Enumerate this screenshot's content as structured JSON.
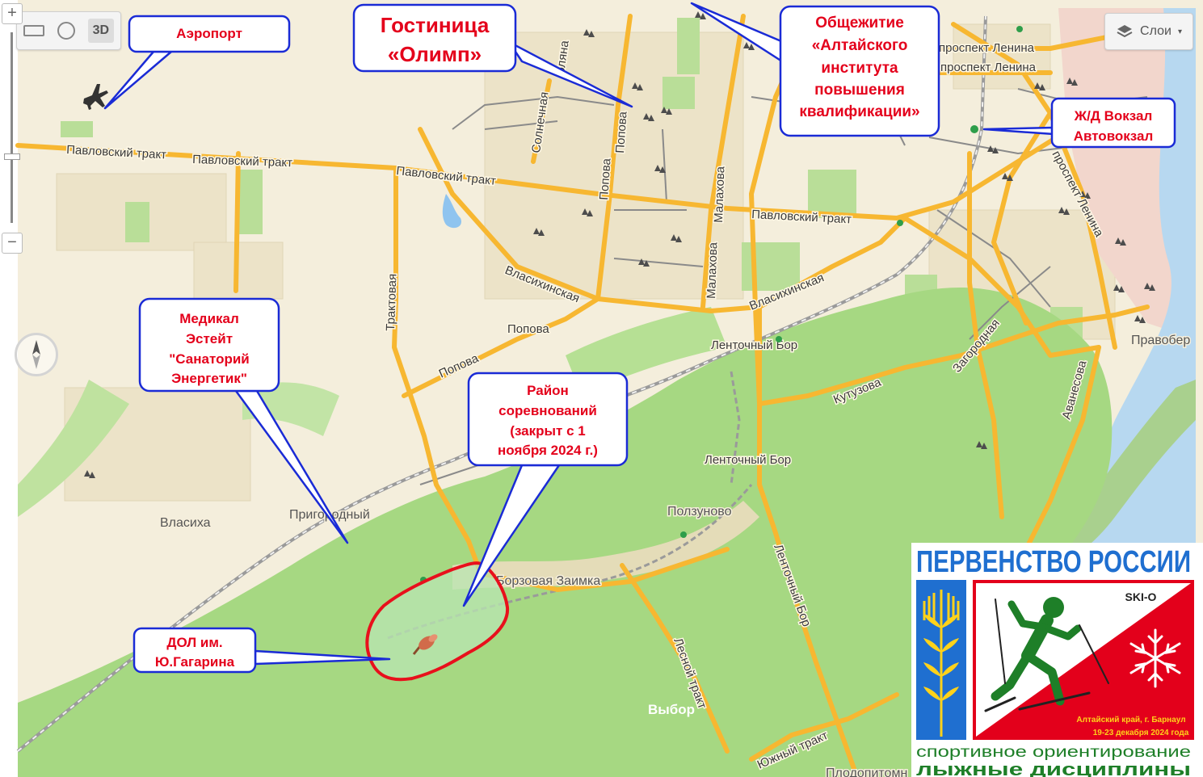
{
  "callouts": {
    "airport": "Аэропорт",
    "hotel": [
      "Гостиница",
      "«Олимп»"
    ],
    "dorm": [
      "Общежитие",
      "«Алтайского",
      "института",
      "повышения",
      "квалификации»"
    ],
    "station": [
      "Ж/Д Вокзал",
      "Автовокзал"
    ],
    "medical": [
      "Медикал",
      "Эстейт",
      "\"Санаторий",
      "Энергетик\""
    ],
    "area": [
      "Район",
      "соревнований",
      "(закрыт с 1",
      "ноября 2024  г.)"
    ],
    "camp": [
      "ДОЛ им.",
      "Ю.Гагарина"
    ]
  },
  "roads": {
    "pavlovsky_1": "Павловский тракт",
    "pavlovsky_2": "Павловский тракт",
    "pavlovsky_3": "Павловский тракт",
    "pavlovsky_4": "Павловский тракт",
    "lenina_1": "проспект Ленина",
    "lenina_2": "проспект Ленина",
    "lenina_3": "проспект Ленина",
    "solnechnaya": "Солнечная",
    "polyana": "оляна",
    "popova_v": "Попова",
    "popova_v2": "Попова",
    "malakhova": "Малахова",
    "malakhova_2": "Малахова",
    "traktovaya": "Трактовая",
    "vlasikhinskaya_1": "Власихинская",
    "vlasikhinskaya_2": "Власихинская",
    "popova_h": "Попова",
    "popova_d": "Попова",
    "lentochny_bor_1": "Ленточный Бор",
    "zagorodnaya": "Загородная",
    "kutuzova": "Кутузова",
    "lentochny_bor_2": "Ленточный Бор",
    "lentochny_bor_road": "Ленточный Бор",
    "avanesova": "Аванесова",
    "lesnoy_trakt": "Лесной тракт",
    "yuzhny_trakt": "Южный тракт"
  },
  "places": {
    "vlasikha": "Власиха",
    "prigorodny": "Пригородный",
    "polzunovo": "Ползуново",
    "borzovaya_zaimka": "Борзовая Заимка",
    "vybor": "Выбор",
    "pravoberezhny": "Правобер",
    "plodopitomnik": "Плодопитомн"
  },
  "map_controls": {
    "layers_label": "Слои",
    "mode_3d": "3D",
    "zoom_in": "+",
    "zoom_out": "−"
  },
  "logo": {
    "title": "ПЕРВЕНСТВО РОССИИ",
    "badge": "SKI-O",
    "place": "Алтайский край, г. Барнаул",
    "dates": "19-23 декабря 2024 года",
    "line1": "спортивное ориентирование",
    "line2": "лыжные дисциплины"
  },
  "colors": {
    "forest": "#a6d882",
    "city_bg": "#f4eedc",
    "road_major": "#f7b731",
    "callout_border": "#1a2bd6",
    "callout_text": "#e4001b",
    "competition_outline": "#e8101c",
    "logo_blue": "#1f6fd0",
    "logo_green": "#1e7f28",
    "logo_red": "#e3001b",
    "logo_yellow": "#ffd21a"
  }
}
